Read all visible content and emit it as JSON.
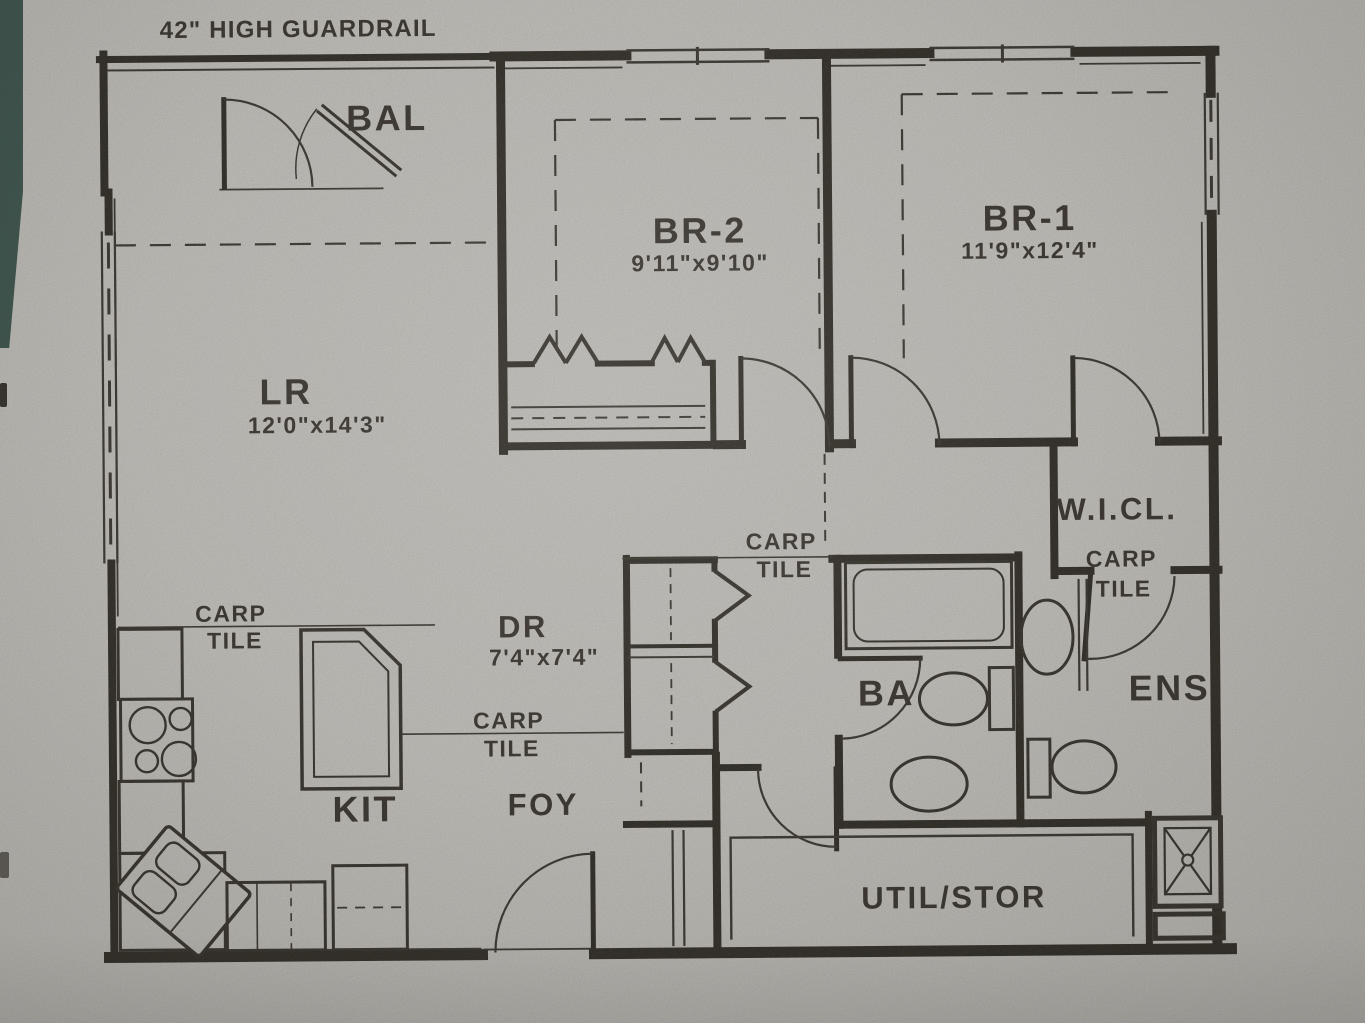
{
  "meta": {
    "type": "architectural-floor-plan"
  },
  "colors": {
    "paper": "#c8c6c2",
    "ink": "#26221c",
    "wall": "#1f1b15",
    "photo_edge": "#2d4a43"
  },
  "annotations": {
    "guardrail": "42\" HIGH GUARDRAIL",
    "floor_carpet": "CARP",
    "floor_tile": "TILE"
  },
  "rooms": {
    "balcony": {
      "label": "BAL"
    },
    "bedroom2": {
      "label": "BR-2",
      "dims": "9'11\"x9'10\""
    },
    "bedroom1": {
      "label": "BR-1",
      "dims": "11'9\"x12'4\""
    },
    "living": {
      "label": "LR",
      "dims": "12'0\"x14'3\""
    },
    "walk_in_closet": {
      "label": "W.I.CL."
    },
    "dining": {
      "label": "DR",
      "dims": "7'4\"x7'4\""
    },
    "bath": {
      "label": "BA"
    },
    "ensuite": {
      "label": "ENS"
    },
    "kitchen": {
      "label": "KIT"
    },
    "foyer": {
      "label": "FOY"
    },
    "utility": {
      "label": "UTIL/STOR"
    }
  }
}
